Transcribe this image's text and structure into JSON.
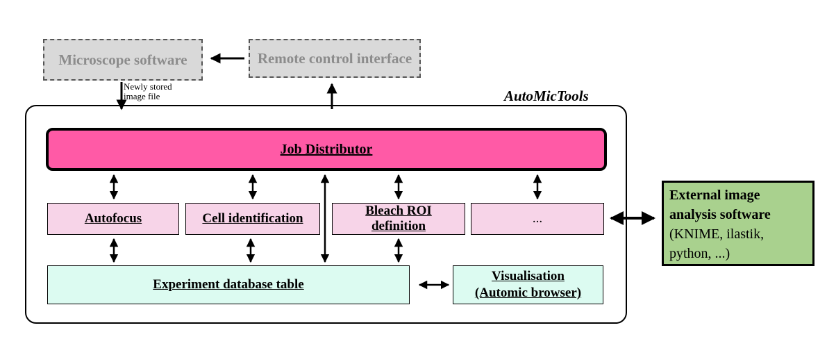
{
  "external": {
    "microscope_software": "Microscope software",
    "remote_control_interface": "Remote control interface",
    "image_note_line1": "Newly stored",
    "image_note_line2": "image file"
  },
  "automictools": {
    "title": "AutoMicTools",
    "job_distributor": "Job Distributor",
    "modules": [
      "Autofocus",
      "Cell identification",
      "Bleach ROI definition",
      "..."
    ],
    "experiment_db": "Experiment database table",
    "visualisation_line1": "Visualisation",
    "visualisation_line2": "(Automic browser)"
  },
  "analysis": {
    "title_line1": "External image",
    "title_line2": "analysis software",
    "detail_line1": "(KNIME, ilastik,",
    "detail_line2": "python, ...)"
  }
}
